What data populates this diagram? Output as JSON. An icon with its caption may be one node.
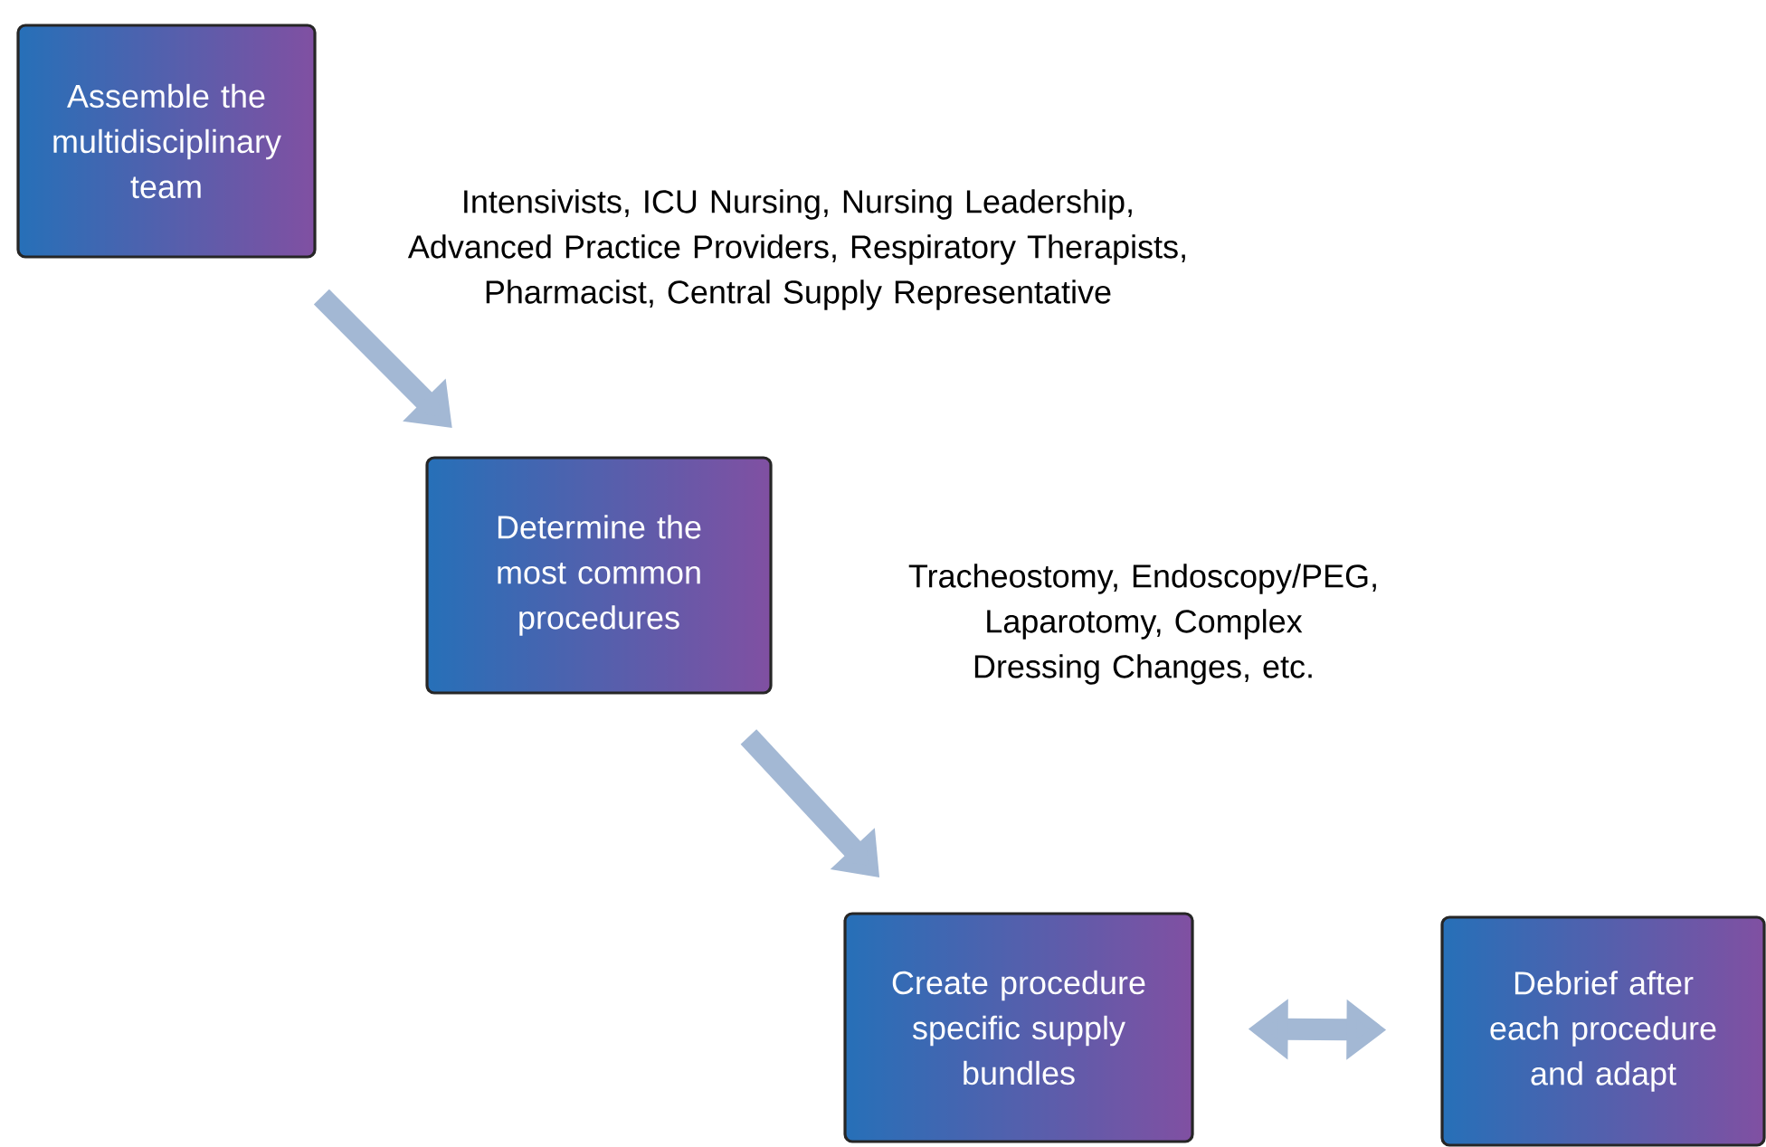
{
  "diagram": {
    "nodes": [
      {
        "text": [
          "Assemble the multidisciplinary team"
        ]
      },
      {
        "text": [
          "Determine the most common procedures"
        ]
      },
      {
        "text": [
          "Create procedure specific supply bundles"
        ]
      },
      {
        "text": [
          "Debrief after each procedure and adapt"
        ]
      }
    ],
    "edges": [
      {
        "from": 0,
        "to": 1,
        "arrow": "to"
      },
      {
        "from": 1,
        "to": 2,
        "arrow": "to"
      },
      {
        "from": 2,
        "to": 3,
        "arrow": "both"
      }
    ],
    "labels": [
      "Intensivists, ICU Nursing, Nursing Leadership, Advanced Practice Providers, Respiratory Therapists, Pharmacist, Central Supply Representative",
      "Tracheostomy, Endoscopy/PEG, Laparotomy, Complex Dressing Changes, etc."
    ]
  }
}
